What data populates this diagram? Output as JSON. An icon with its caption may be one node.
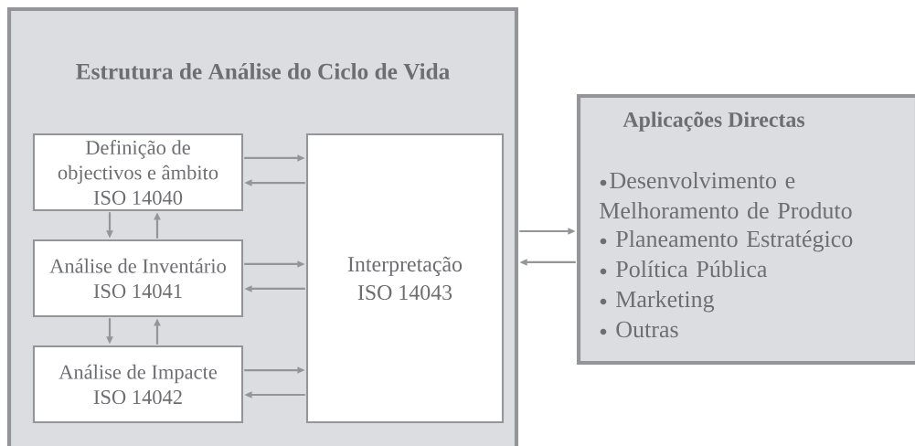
{
  "diagram": {
    "nodes": [
      {
        "text": [
          "Estrutura de Análise do Ciclo de Vida"
        ]
      },
      {
        "text": [
          "Definição de objectivos e âmbito",
          "ISO 14040"
        ],
        "in": 0
      },
      {
        "text": [
          "Análise de Inventário",
          "ISO 14041"
        ],
        "in": 0
      },
      {
        "text": [
          "Análise de Impacte",
          "ISO 14042"
        ],
        "in": 0
      },
      {
        "text": [
          "Interpretação",
          "ISO 14043"
        ],
        "in": 0
      },
      {
        "text": [
          "Aplicações Directas",
          "Desenvolvimento e Melhoramento de Produto",
          "Planeamento Estratégico",
          "Política Pública",
          "Marketing",
          "Outras"
        ]
      }
    ],
    "edges": [
      {
        "from": 1,
        "to": 4,
        "arrow": "to"
      },
      {
        "from": 4,
        "to": 1,
        "arrow": "to"
      },
      {
        "from": 2,
        "to": 4,
        "arrow": "to"
      },
      {
        "from": 4,
        "to": 2,
        "arrow": "to"
      },
      {
        "from": 3,
        "to": 4,
        "arrow": "to"
      },
      {
        "from": 4,
        "to": 3,
        "arrow": "to"
      },
      {
        "from": 1,
        "to": 2,
        "arrow": "to"
      },
      {
        "from": 2,
        "to": 1,
        "arrow": "to"
      },
      {
        "from": 2,
        "to": 3,
        "arrow": "to"
      },
      {
        "from": 3,
        "to": 2,
        "arrow": "to"
      },
      {
        "from": 0,
        "to": 5,
        "arrow": "to"
      },
      {
        "from": 5,
        "to": 0,
        "arrow": "to"
      }
    ]
  }
}
